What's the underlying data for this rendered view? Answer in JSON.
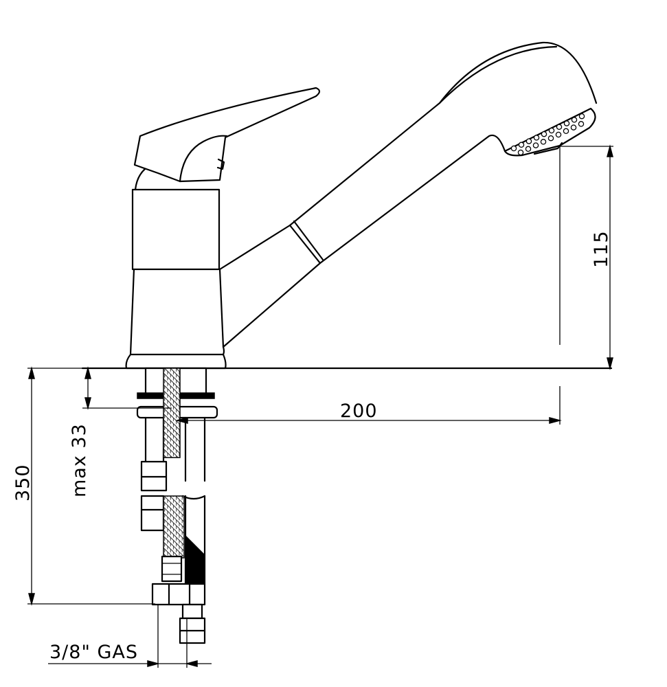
{
  "dimensions": {
    "spout_height": "115",
    "reach": "200",
    "total_length": "350",
    "max_deck": "max 33",
    "connection": "3/8\" GAS"
  }
}
